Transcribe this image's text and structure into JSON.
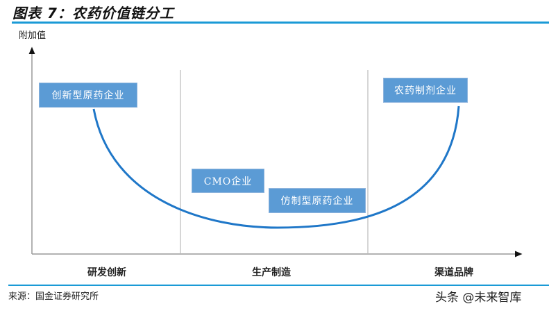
{
  "header": {
    "title": "图表 7：农药价值链分工"
  },
  "chart_data": {
    "type": "diagram",
    "title": "农药价值链分工",
    "ylabel": "附加值",
    "xlabel_segments": [
      "研发创新",
      "生产制造",
      "渠道品牌"
    ],
    "curve": "smile curve (U-shape), high at R&D and brand ends, low at manufacturing",
    "nodes": [
      {
        "label": "创新型原药企业",
        "segment": "研发创新",
        "position": "high"
      },
      {
        "label": "CMO企业",
        "segment": "生产制造",
        "position": "low"
      },
      {
        "label": "仿制型原药企业",
        "segment": "生产制造",
        "position": "lowest"
      },
      {
        "label": "农药制剂企业",
        "segment": "渠道品牌",
        "position": "high"
      }
    ],
    "colors": {
      "box": "#5b9bd5",
      "curve": "#1f77c8",
      "axis": "#999999",
      "rule": "#1a9ad6"
    }
  },
  "diagram": {
    "ylabel": "附加值",
    "segments": [
      "研发创新",
      "生产制造",
      "渠道品牌"
    ],
    "boxes": {
      "innovative": "创新型原药企业",
      "cmo": "CMO企业",
      "generic": "仿制型原药企业",
      "formulation": "农药制剂企业"
    }
  },
  "footer": {
    "source": "来源：国金证券研究所",
    "watermark": "头条 @未来智库"
  }
}
